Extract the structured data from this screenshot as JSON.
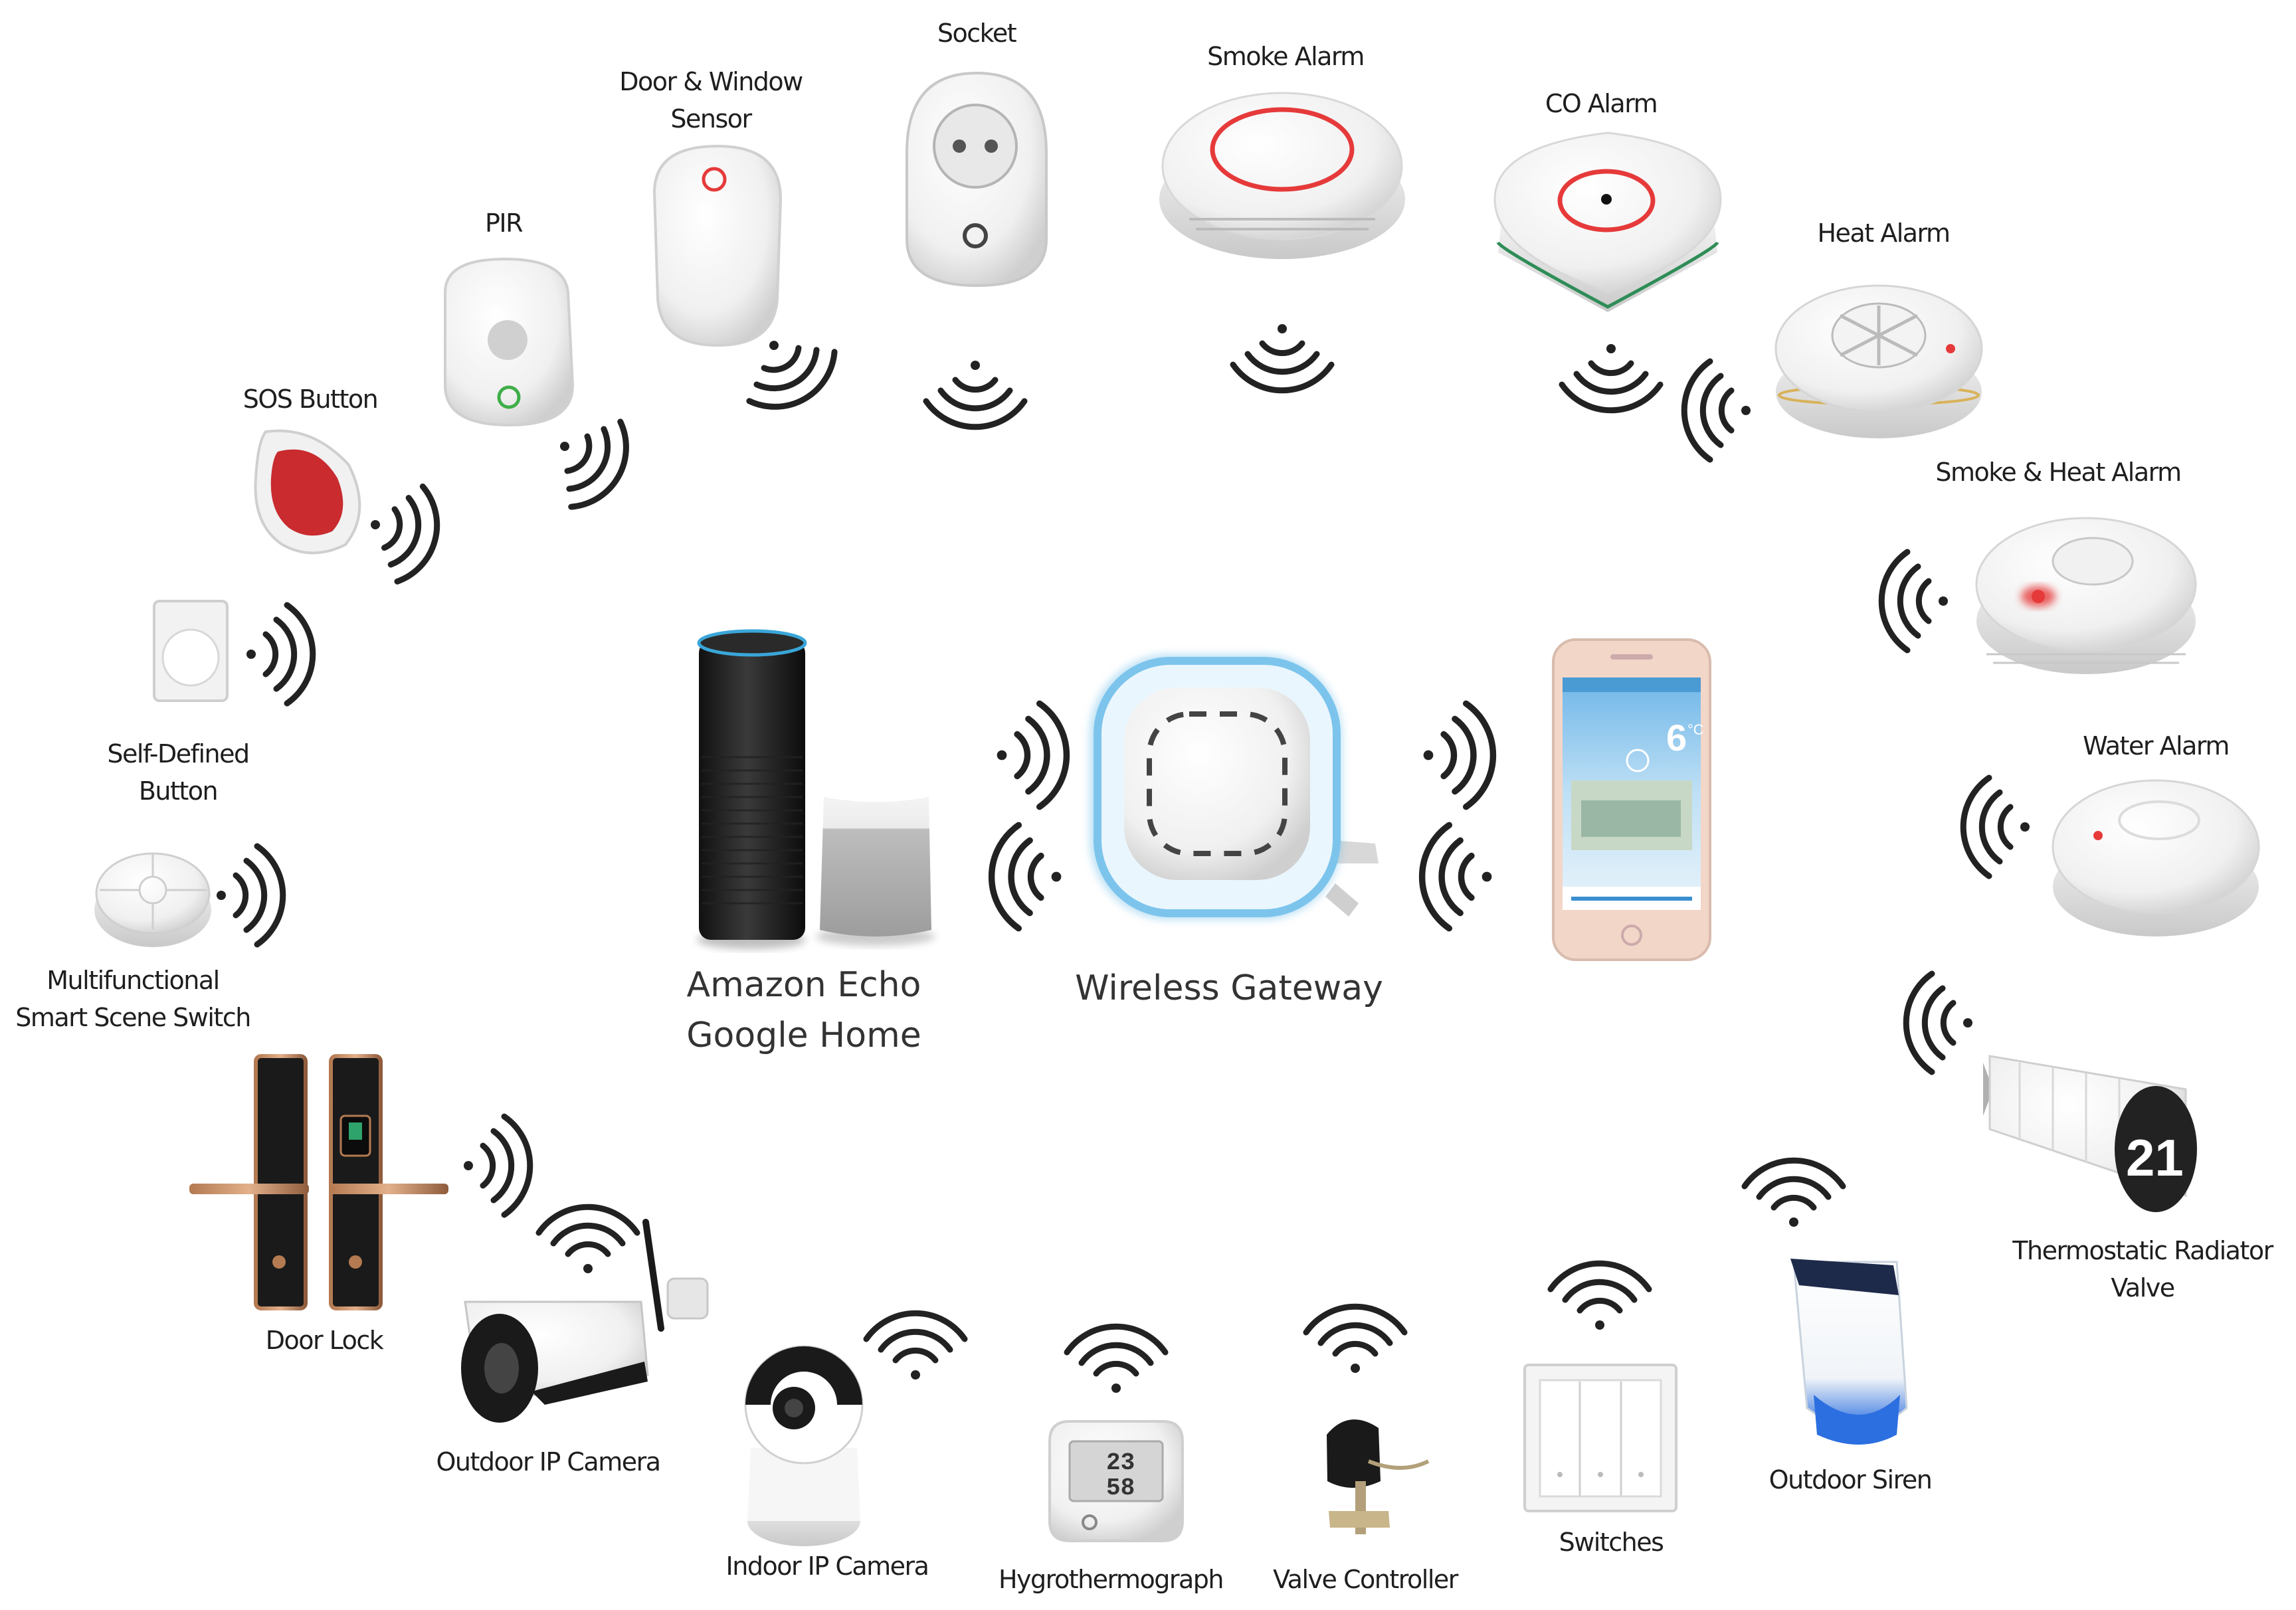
{
  "hub": {
    "voice_assistants": [
      "Amazon Echo",
      "Google Home"
    ],
    "gateway": "Wireless Gateway",
    "phone_temperature": "6",
    "phone_temperature_unit": "°C"
  },
  "devices": {
    "socket": [
      "Socket"
    ],
    "smoke_alarm": [
      "Smoke Alarm"
    ],
    "door_window_sensor": [
      "Door & Window",
      "Sensor"
    ],
    "co_alarm": [
      "CO Alarm"
    ],
    "pir": [
      "PIR"
    ],
    "heat_alarm": [
      "Heat Alarm"
    ],
    "sos_button": [
      "SOS Button"
    ],
    "smoke_heat_alarm": [
      "Smoke & Heat Alarm"
    ],
    "self_defined_button": [
      "Self-Defined",
      "Button"
    ],
    "water_alarm": [
      "Water Alarm"
    ],
    "multifunctional_switch": [
      "Multifunctional",
      "Smart Scene Switch"
    ],
    "thermostatic_valve": [
      "Thermostatic Radiator",
      "Valve"
    ],
    "door_lock": [
      "Door Lock"
    ],
    "outdoor_ip_camera": [
      "Outdoor IP Camera"
    ],
    "outdoor_siren": [
      "Outdoor Siren"
    ],
    "switches": [
      "Switches"
    ],
    "indoor_ip_camera": [
      "Indoor IP Camera"
    ],
    "valve_controller": [
      "Valve Controller"
    ],
    "hygrothermograph": [
      "Hygrothermograph"
    ]
  },
  "valve_display": "21",
  "hygro_display": [
    "23",
    "58"
  ],
  "colors": {
    "text": "#1e1e1e",
    "signal": "#222222",
    "alarm_red": "#e63a3a",
    "gateway_glow": "#7cc4ec",
    "sos_red": "#c92b2f",
    "status_green": "#3fae49"
  },
  "icons": [
    "wifi-signal-icon",
    "phone-app-icon"
  ]
}
